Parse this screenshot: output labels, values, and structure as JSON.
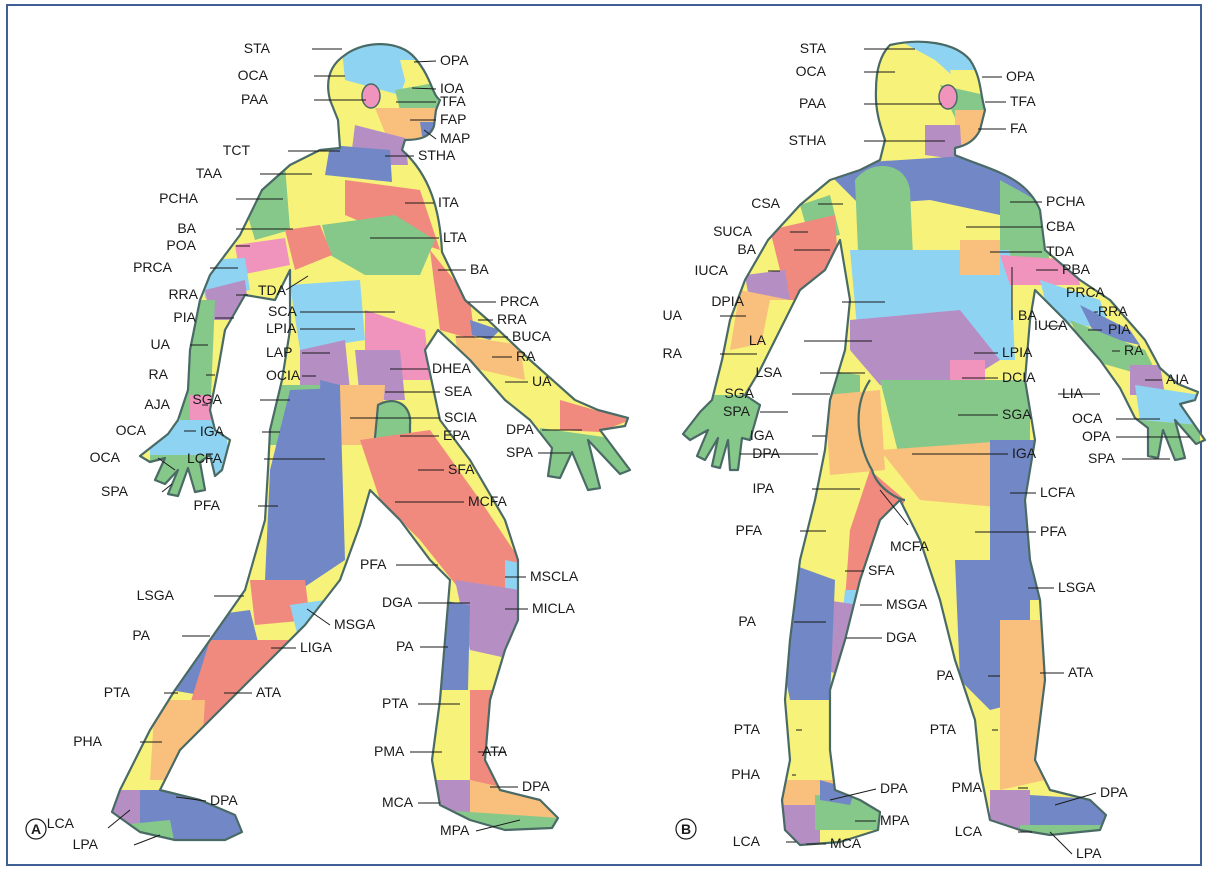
{
  "colors": {
    "skyblue": "#8fd3f2",
    "yellow": "#f7f27a",
    "green": "#86c88a",
    "salmon": "#f08a7e",
    "blue": "#7288c6",
    "pink": "#f093bd",
    "purple": "#b58fc4",
    "orange": "#f8c07c",
    "outline": "#4a6a66"
  },
  "panels": [
    {
      "badge": "A",
      "labels": [
        {
          "t": "STA"
        },
        {
          "t": "OCA"
        },
        {
          "t": "PAA"
        },
        {
          "t": "OPA"
        },
        {
          "t": "IOA"
        },
        {
          "t": "TFA"
        },
        {
          "t": "FAP"
        },
        {
          "t": "MAP"
        },
        {
          "t": "TCT"
        },
        {
          "t": "STHA"
        },
        {
          "t": "TAA"
        },
        {
          "t": "PCHA"
        },
        {
          "t": "ITA"
        },
        {
          "t": "BA"
        },
        {
          "t": "POA"
        },
        {
          "t": "LTA"
        },
        {
          "t": "PRCA"
        },
        {
          "t": "BA"
        },
        {
          "t": "RRA"
        },
        {
          "t": "TDA"
        },
        {
          "t": "PRCA"
        },
        {
          "t": "PIA"
        },
        {
          "t": "SCA"
        },
        {
          "t": "RRA"
        },
        {
          "t": "LPIA"
        },
        {
          "t": "BUCA"
        },
        {
          "t": "UA"
        },
        {
          "t": "LAP"
        },
        {
          "t": "RA"
        },
        {
          "t": "RA"
        },
        {
          "t": "OCIA"
        },
        {
          "t": "DHEA"
        },
        {
          "t": "UA"
        },
        {
          "t": "SEA"
        },
        {
          "t": "AJA"
        },
        {
          "t": "SGA"
        },
        {
          "t": "SCIA"
        },
        {
          "t": "OCA"
        },
        {
          "t": "IGA"
        },
        {
          "t": "EPA"
        },
        {
          "t": "DPA"
        },
        {
          "t": "OCA"
        },
        {
          "t": "LCFA"
        },
        {
          "t": "SPA"
        },
        {
          "t": "SFA"
        },
        {
          "t": "SPA"
        },
        {
          "t": "MCFA"
        },
        {
          "t": "PFA"
        },
        {
          "t": "PFA"
        },
        {
          "t": "MSCLA"
        },
        {
          "t": "LSGA"
        },
        {
          "t": "DGA"
        },
        {
          "t": "MICLA"
        },
        {
          "t": "MSGA"
        },
        {
          "t": "PA"
        },
        {
          "t": "LIGA"
        },
        {
          "t": "PA"
        },
        {
          "t": "PTA"
        },
        {
          "t": "ATA"
        },
        {
          "t": "PTA"
        },
        {
          "t": "PHA"
        },
        {
          "t": "PMA"
        },
        {
          "t": "ATA"
        },
        {
          "t": "DPA"
        },
        {
          "t": "DPA"
        },
        {
          "t": "MCA"
        },
        {
          "t": "LCA"
        },
        {
          "t": "LPA"
        },
        {
          "t": "MPA"
        }
      ]
    },
    {
      "badge": "B",
      "labels": [
        {
          "t": "STA"
        },
        {
          "t": "OCA"
        },
        {
          "t": "OPA"
        },
        {
          "t": "PAA"
        },
        {
          "t": "TFA"
        },
        {
          "t": "FA"
        },
        {
          "t": "STHA"
        },
        {
          "t": "CSA"
        },
        {
          "t": "PCHA"
        },
        {
          "t": "SUCA"
        },
        {
          "t": "CBA"
        },
        {
          "t": "BA"
        },
        {
          "t": "TDA"
        },
        {
          "t": "IUCA"
        },
        {
          "t": "PBA"
        },
        {
          "t": "PRCA"
        },
        {
          "t": "DPIA"
        },
        {
          "t": "BA"
        },
        {
          "t": "RRA"
        },
        {
          "t": "UA"
        },
        {
          "t": "IUCA"
        },
        {
          "t": "PIA"
        },
        {
          "t": "LA"
        },
        {
          "t": "RA"
        },
        {
          "t": "RA"
        },
        {
          "t": "LPIA"
        },
        {
          "t": "LSA"
        },
        {
          "t": "DCIA"
        },
        {
          "t": "AIA"
        },
        {
          "t": "SGA"
        },
        {
          "t": "LIA"
        },
        {
          "t": "SPA"
        },
        {
          "t": "SGA"
        },
        {
          "t": "OCA"
        },
        {
          "t": "IGA"
        },
        {
          "t": "OPA"
        },
        {
          "t": "DPA"
        },
        {
          "t": "IGA"
        },
        {
          "t": "SPA"
        },
        {
          "t": "IPA"
        },
        {
          "t": "LCFA"
        },
        {
          "t": "PFA"
        },
        {
          "t": "PFA"
        },
        {
          "t": "MCFA"
        },
        {
          "t": "SFA"
        },
        {
          "t": "LSGA"
        },
        {
          "t": "MSGA"
        },
        {
          "t": "PA"
        },
        {
          "t": "DGA"
        },
        {
          "t": "PA"
        },
        {
          "t": "ATA"
        },
        {
          "t": "PTA"
        },
        {
          "t": "PTA"
        },
        {
          "t": "PHA"
        },
        {
          "t": "PMA"
        },
        {
          "t": "DPA"
        },
        {
          "t": "DPA"
        },
        {
          "t": "MPA"
        },
        {
          "t": "LCA"
        },
        {
          "t": "LCA"
        },
        {
          "t": "MCA"
        },
        {
          "t": "LPA"
        }
      ]
    }
  ]
}
